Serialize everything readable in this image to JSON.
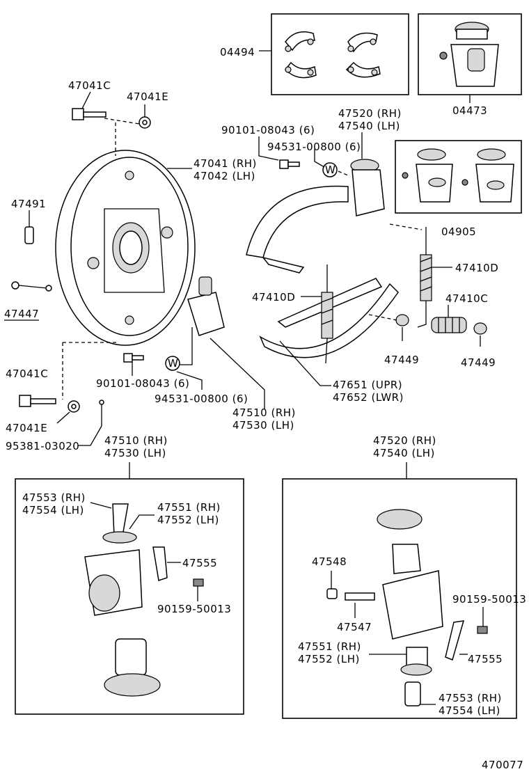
{
  "diagram_id": "470077",
  "labels": {
    "kit_shoe": "04494",
    "kit_cyl_upper": "04473",
    "kit_cyl_right": "04905",
    "bolt_top": "47041C",
    "nut_top": "47041E",
    "backing_plate_rh": "47041 (RH)",
    "backing_plate_lh": "47042 (LH)",
    "plug": "47491",
    "pin": "47447",
    "bolt_bottom": "47041C",
    "nut_bottom": "47041E",
    "cotter": "95381-03020",
    "bolt_a": "90101-08043 (6)",
    "washer_a": "94531-00800 (6)",
    "bolt_b": "90101-08043 (6)",
    "washer_b": "94531-00800 (6)",
    "cyl_upper_rh": "47520 (RH)",
    "cyl_upper_lh": "47540 (LH)",
    "spring_d_right": "47410D",
    "spring_d_left": "47410D",
    "spring_c": "47410C",
    "cup_a": "47449",
    "cup_b": "47449",
    "shoe_upr": "47651 (UPR)",
    "shoe_lwr": "47652 (LWR)",
    "cyl_lower_rh": "47510 (RH)",
    "cyl_lower_lh": "47530 (LH)",
    "box_left_rh": "47510 (RH)",
    "box_left_lh": "47530 (LH)",
    "adj_bolt_rh_l": "47553 (RH)",
    "adj_bolt_lh_l": "47554 (LH)",
    "adj_nut_rh_l": "47551 (RH)",
    "adj_nut_lh_l": "47552 (LH)",
    "lever_l": "47555",
    "screw_l": "90159-50013",
    "box_right_rh": "47520 (RH)",
    "box_right_lh": "47540 (LH)",
    "cap": "47548",
    "bleeder": "47547",
    "screw_r": "90159-50013",
    "adj_nut_rh_r": "47551 (RH)",
    "adj_nut_lh_r": "47552 (LH)",
    "lever_r": "47555",
    "adj_bolt_rh_r": "47553 (RH)",
    "adj_bolt_lh_r": "47554 (LH)",
    "washer_symbol": "W"
  }
}
